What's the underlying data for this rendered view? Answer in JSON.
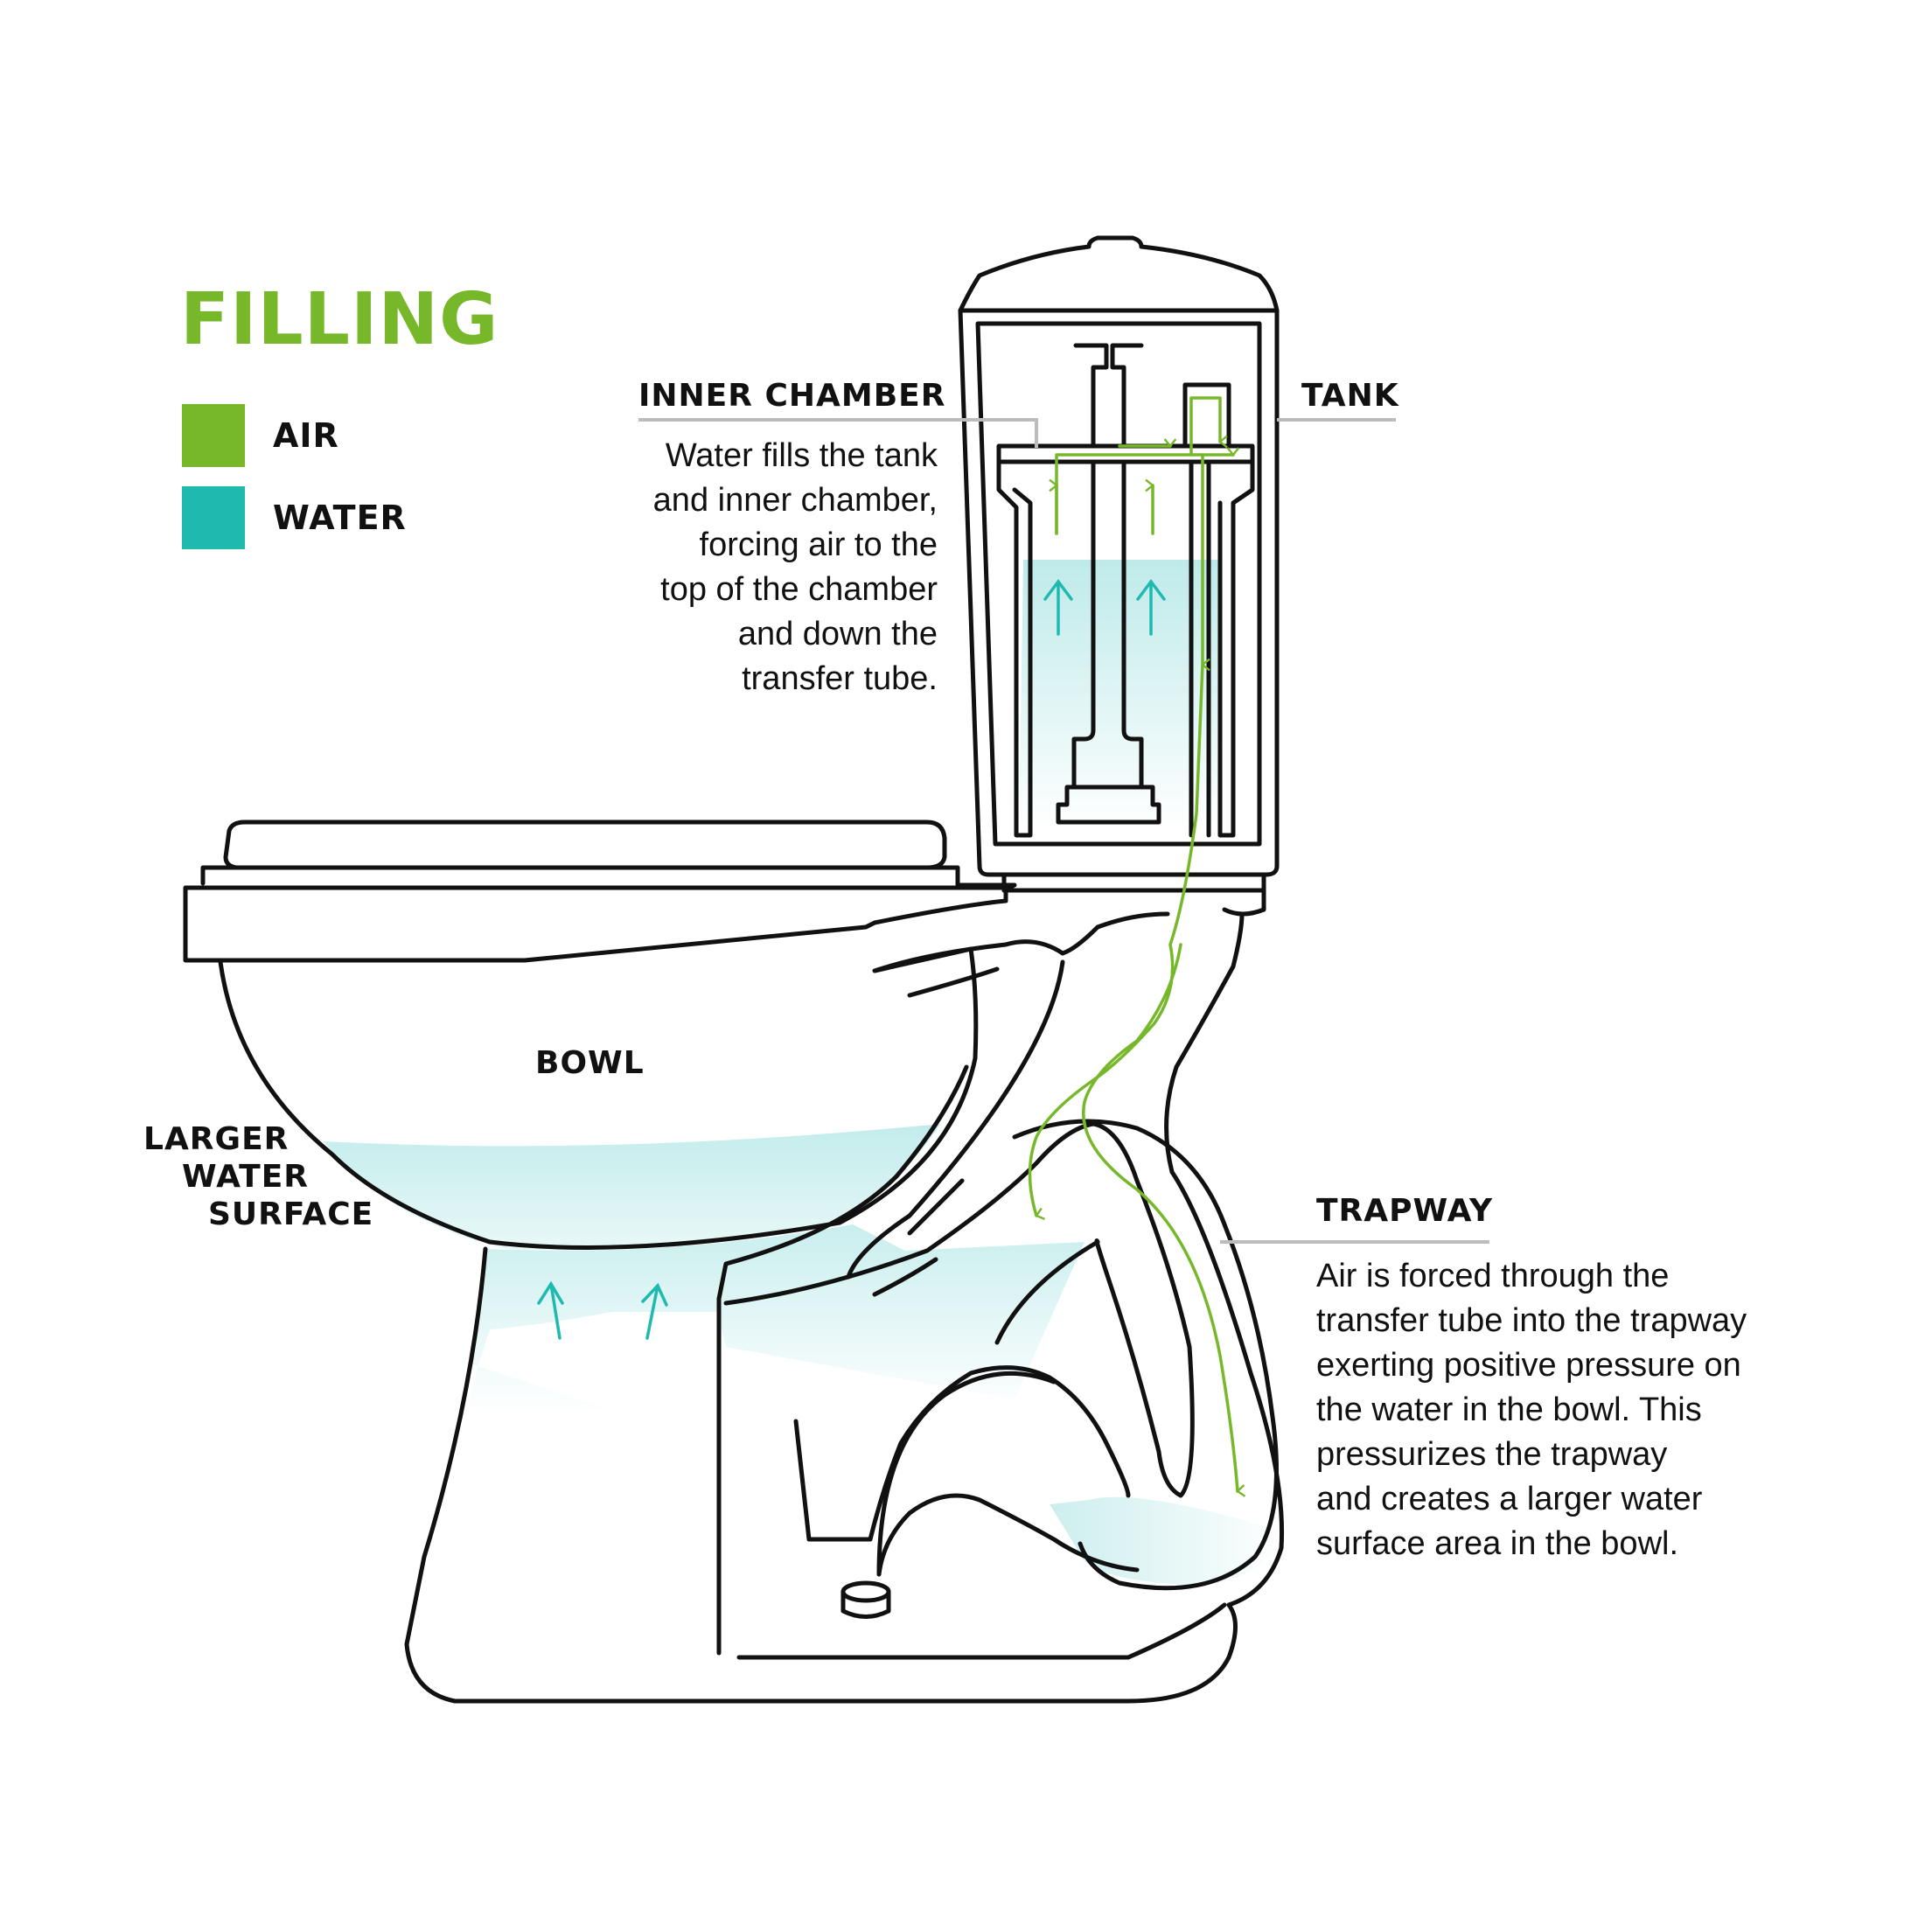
{
  "title": "FILLING",
  "legend": [
    {
      "label": "AIR",
      "color": "#76b82a"
    },
    {
      "label": "WATER",
      "color": "#1fb9b0"
    }
  ],
  "colors": {
    "air": "#76b82a",
    "water_arrow": "#1fb9b0",
    "water_fill": "#c8eeee",
    "outline": "#111111",
    "leader": "#bcbcbc"
  },
  "labels": {
    "inner_chamber": "INNER CHAMBER",
    "tank": "TANK",
    "bowl": "BOWL",
    "larger_water_surface": [
      "LARGER",
      "WATER",
      "SURFACE"
    ],
    "trapway": "TRAPWAY"
  },
  "descriptions": {
    "inner_chamber": [
      "Water fills the tank",
      "and inner chamber,",
      "forcing air to the",
      "top of the chamber",
      "and down the",
      "transfer tube."
    ],
    "trapway": [
      "Air is forced through the",
      "transfer tube into the trapway",
      "exerting positive pressure on",
      "the water in the bowl. This",
      "pressurizes the trapway",
      "and creates a larger water",
      "surface area in the bowl."
    ]
  }
}
